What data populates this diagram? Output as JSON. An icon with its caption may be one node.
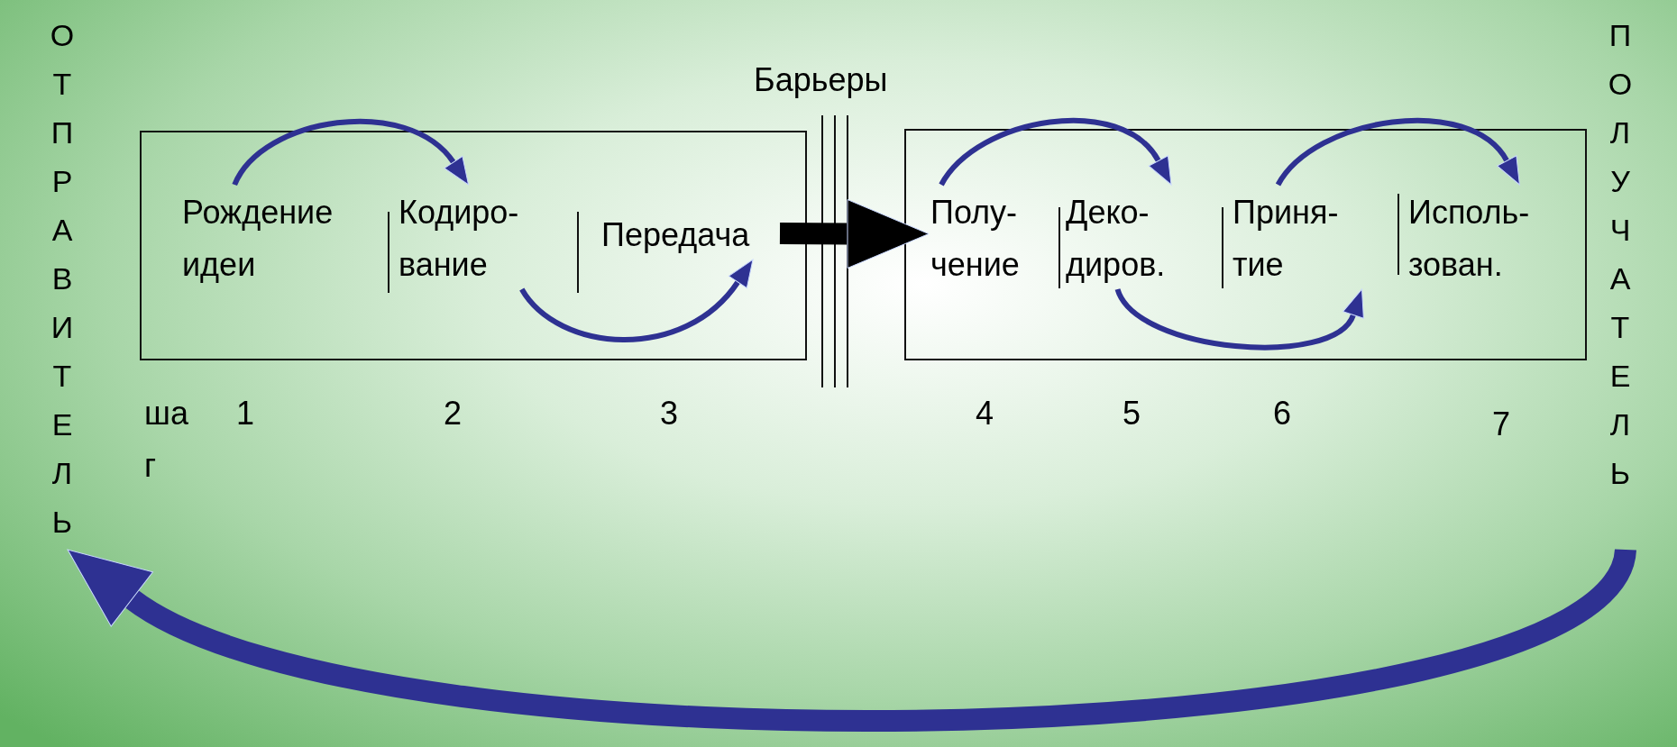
{
  "diagram": {
    "nodes": [
      {
        "text": [
          "ОТПРАВИТЕЛЬ"
        ]
      },
      {
        "text": [],
        "shape": "box"
      },
      {
        "text": [
          "Рождение идеи"
        ],
        "in": 1
      },
      {
        "text": [
          "Кодиро-вание"
        ],
        "in": 1
      },
      {
        "text": [
          "Передача"
        ],
        "in": 1
      },
      {
        "text": [],
        "shape": "box"
      },
      {
        "text": [
          "Полу-чение"
        ],
        "in": 5
      },
      {
        "text": [
          "Деко-диров."
        ],
        "in": 5
      },
      {
        "text": [
          "Приня-тие"
        ],
        "in": 5
      },
      {
        "text": [
          "Исполь-зован."
        ],
        "in": 5
      },
      {
        "text": [
          "ПОЛУЧАТЕЛЬ"
        ]
      }
    ],
    "edges": [
      {
        "from": 2,
        "to": 3,
        "arrow": "to"
      },
      {
        "from": 3,
        "to": 4,
        "arrow": "to"
      },
      {
        "from": 4,
        "to": 6,
        "arrow": "to",
        "style": "thick",
        "color": "#000000"
      },
      {
        "from": 6,
        "to": 7,
        "arrow": "to"
      },
      {
        "from": 7,
        "to": 8,
        "arrow": "to"
      },
      {
        "from": 8,
        "to": 9,
        "arrow": "to"
      },
      {
        "from": 10,
        "to": 0,
        "arrow": "to",
        "style": "thick"
      }
    ],
    "labels": [
      "Барьеры",
      "шаг",
      "1",
      "2",
      "3",
      "4",
      "5",
      "6",
      "7"
    ]
  }
}
